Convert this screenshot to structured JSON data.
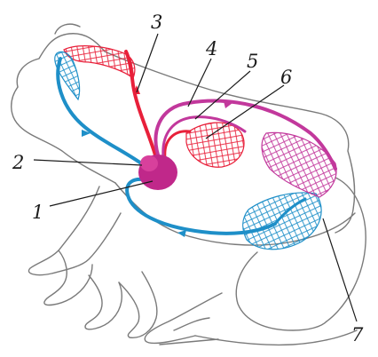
{
  "diagram": {
    "labels": [
      {
        "id": "1",
        "text": "1"
      },
      {
        "id": "2",
        "text": "2"
      },
      {
        "id": "3",
        "text": "3"
      },
      {
        "id": "4",
        "text": "4"
      },
      {
        "id": "5",
        "text": "5"
      },
      {
        "id": "6",
        "text": "6"
      },
      {
        "id": "7",
        "text": "7"
      }
    ],
    "colors": {
      "arterial": "#e8203a",
      "venous": "#1e8fc8",
      "mixed": "#c2389c",
      "heart": "#c0288a",
      "outline": "#7a7a7a"
    }
  }
}
